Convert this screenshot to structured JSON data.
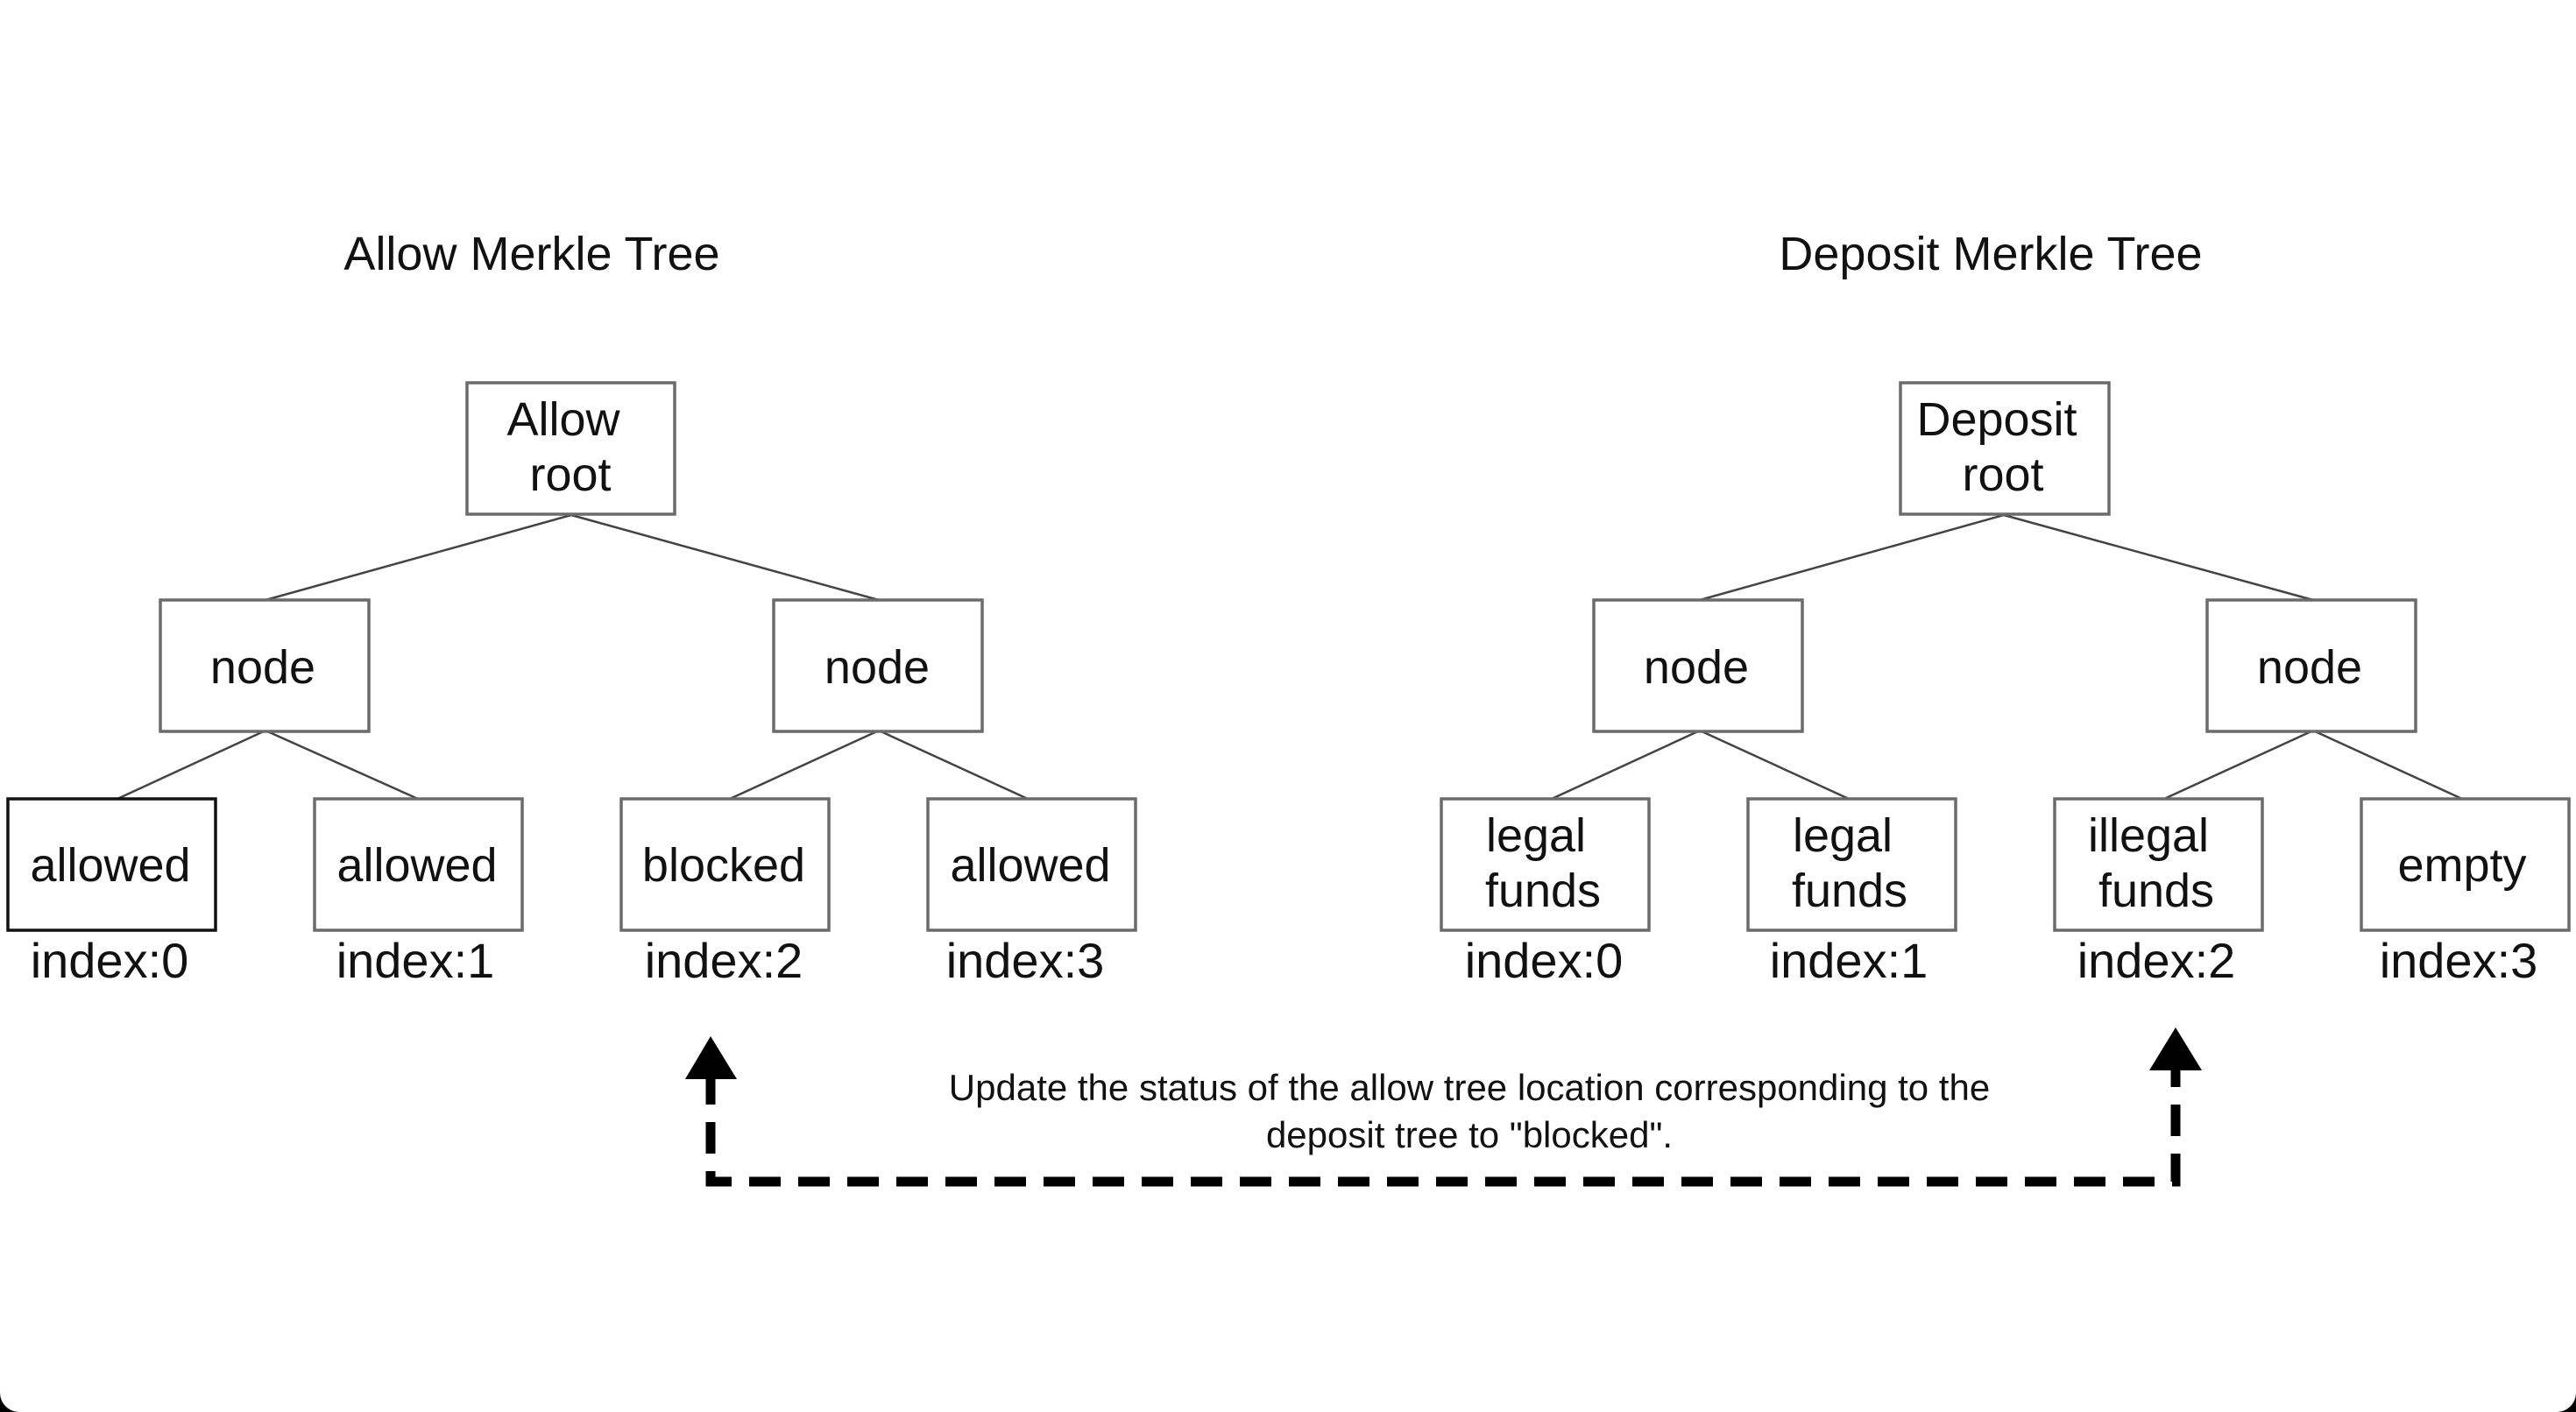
{
  "colors": {
    "highlight": "#d2691e",
    "text": "#111111",
    "border": "#6b6b6b",
    "background": "#ffffff"
  },
  "allow_tree": {
    "title": "Allow Merkle Tree",
    "root": [
      "Allow",
      "root"
    ],
    "nodes": [
      "node",
      "node"
    ],
    "leaves": [
      {
        "lines": [
          "allowed"
        ],
        "index": "index:0",
        "highlight": false
      },
      {
        "lines": [
          "allowed"
        ],
        "index": "index:1",
        "highlight": false
      },
      {
        "lines": [
          "blocked"
        ],
        "index": "index:2",
        "highlight": true
      },
      {
        "lines": [
          "allowed"
        ],
        "index": "index:3",
        "highlight": false
      }
    ]
  },
  "deposit_tree": {
    "title": "Deposit Merkle Tree",
    "root": [
      "Deposit",
      "root"
    ],
    "nodes": [
      "node",
      "node"
    ],
    "leaves": [
      {
        "lines": [
          "legal",
          "funds"
        ],
        "index": "index:0",
        "highlight": false
      },
      {
        "lines": [
          "legal",
          "funds"
        ],
        "index": "index:1",
        "highlight": false
      },
      {
        "lines": [
          "illegal",
          "funds"
        ],
        "index": "index:2",
        "highlight": true
      },
      {
        "lines": [
          "empty"
        ],
        "index": "index:3",
        "highlight": false
      }
    ]
  },
  "note": {
    "lines": [
      "Update the status of the allow tree location corresponding to the",
      "deposit tree to \"blocked\"."
    ]
  }
}
